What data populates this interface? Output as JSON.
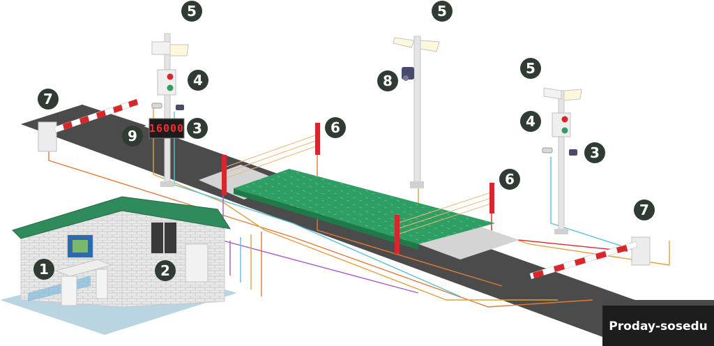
{
  "scale_display": {
    "value": "16000"
  },
  "callouts": [
    "1",
    "2",
    "3",
    "4",
    "5",
    "6",
    "7",
    "8",
    "9"
  ],
  "watermark": {
    "text": "Proday-sosedu"
  },
  "colors": {
    "road": "#4b4b4b",
    "platform": "#2e9e62",
    "ramp": "#d4d4d4",
    "callout_circle": "#2f3b33",
    "barrier_red": "#d8262b",
    "roof": "#2f8a5c",
    "sensor_post": "#d8262b"
  },
  "icons": [
    "booth-building",
    "computer-terminal",
    "control-cabinet",
    "scale-display",
    "traffic-light",
    "floodlight-pole",
    "infrared-sensor",
    "boom-barrier",
    "camera"
  ]
}
